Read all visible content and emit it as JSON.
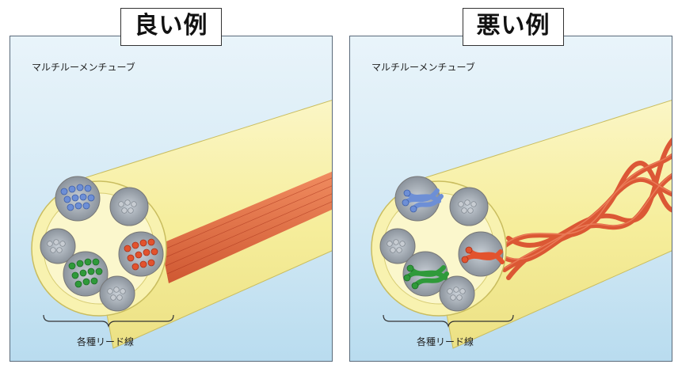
{
  "good_example": {
    "title": "良い例",
    "tube_label": "マルチルーメンチューブ",
    "wire_label": "各種リード線"
  },
  "bad_example": {
    "title": "悪い例",
    "tube_label": "マルチルーメンチューブ",
    "wire_label": "各種リード線"
  },
  "colors": {
    "tube": "#f7f0a2",
    "blue_wires": "#6d8fd6",
    "green_wires": "#2f9a3a",
    "red_wires": "#e2532e",
    "gray_wires": "#b9bec4"
  }
}
